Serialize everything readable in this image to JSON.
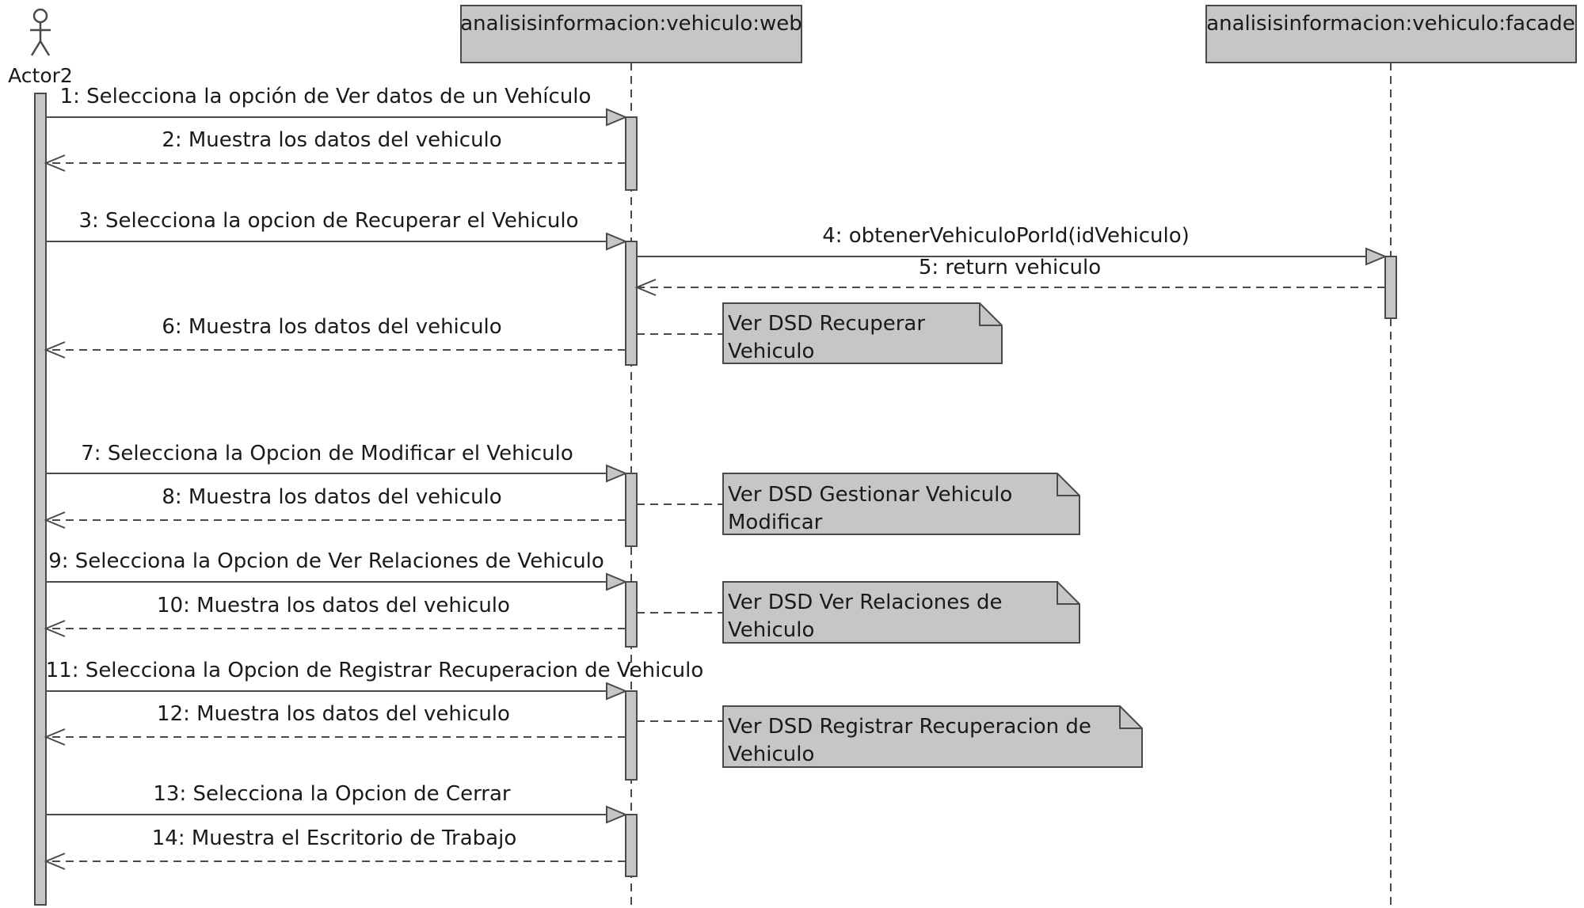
{
  "diagram": {
    "type": "uml-sequence",
    "colors": {
      "background": "#ffffff",
      "box_fill": "#c6c6c6",
      "stroke": "#4a4a4a",
      "text": "#1a1a1a"
    },
    "actor": {
      "name": "Actor2",
      "icon": "stick-figure-icon"
    },
    "lifelines": [
      {
        "id": "web",
        "label": "analisisinformacion:vehiculo:web"
      },
      {
        "id": "facade",
        "label": "analisisinformacion:vehiculo:facade"
      }
    ],
    "messages": [
      {
        "seq": 1,
        "label": "1: Selecciona la opción de Ver datos de un Vehículo",
        "from": "actor",
        "to": "web",
        "kind": "call"
      },
      {
        "seq": 2,
        "label": "2: Muestra los datos del vehiculo",
        "from": "web",
        "to": "actor",
        "kind": "return"
      },
      {
        "seq": 3,
        "label": "3: Selecciona la opcion de Recuperar el Vehiculo",
        "from": "actor",
        "to": "web",
        "kind": "call"
      },
      {
        "seq": 4,
        "label": "4: obtenerVehiculoPorId(idVehiculo)",
        "from": "web",
        "to": "facade",
        "kind": "call"
      },
      {
        "seq": 5,
        "label": "5: return vehiculo",
        "from": "facade",
        "to": "web",
        "kind": "return"
      },
      {
        "seq": 6,
        "label": "6: Muestra los datos del vehiculo",
        "from": "web",
        "to": "actor",
        "kind": "return"
      },
      {
        "seq": 7,
        "label": "7: Selecciona la Opcion de Modificar el Vehiculo",
        "from": "actor",
        "to": "web",
        "kind": "call"
      },
      {
        "seq": 8,
        "label": "8: Muestra los datos del vehiculo",
        "from": "web",
        "to": "actor",
        "kind": "return"
      },
      {
        "seq": 9,
        "label": "9: Selecciona la Opcion de Ver Relaciones de Vehiculo",
        "from": "actor",
        "to": "web",
        "kind": "call"
      },
      {
        "seq": 10,
        "label": "10: Muestra los datos del vehiculo",
        "from": "web",
        "to": "actor",
        "kind": "return"
      },
      {
        "seq": 11,
        "label": "11: Selecciona la Opcion de Registrar Recuperacion de Vehiculo",
        "from": "actor",
        "to": "web",
        "kind": "call"
      },
      {
        "seq": 12,
        "label": "12: Muestra los datos del vehiculo",
        "from": "web",
        "to": "actor",
        "kind": "return"
      },
      {
        "seq": 13,
        "label": "13: Selecciona la Opcion de Cerrar",
        "from": "actor",
        "to": "web",
        "kind": "call"
      },
      {
        "seq": 14,
        "label": "14: Muestra el Escritorio de Trabajo",
        "from": "web",
        "to": "actor",
        "kind": "return"
      }
    ],
    "notes": [
      {
        "lines": [
          "Ver DSD Recuperar",
          "Vehiculo"
        ]
      },
      {
        "lines": [
          "Ver DSD Gestionar Vehiculo",
          "Modificar"
        ]
      },
      {
        "lines": [
          "Ver DSD Ver Relaciones de",
          "Vehiculo"
        ]
      },
      {
        "lines": [
          "Ver DSD Registrar Recuperacion de",
          "Vehiculo"
        ]
      }
    ]
  }
}
